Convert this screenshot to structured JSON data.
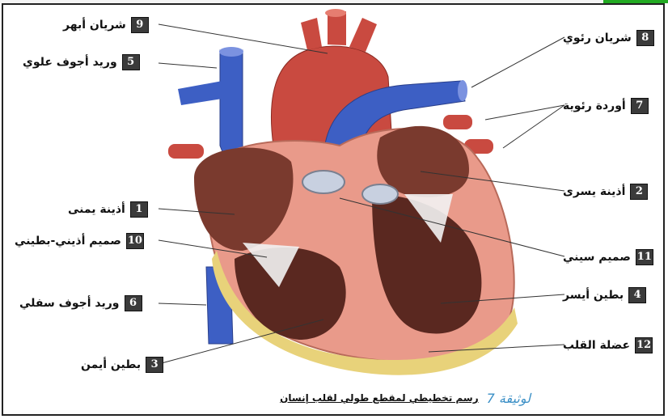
{
  "labels": [
    {
      "num": "9",
      "text": "شريان أبهر"
    },
    {
      "num": "5",
      "text": "وريد أجوف علوي"
    },
    {
      "num": "1",
      "text": "أذينة يمنى"
    },
    {
      "num": "10",
      "text": "صميم أذيني-بطيني"
    },
    {
      "num": "6",
      "text": "وريد أجوف سفلي"
    },
    {
      "num": "3",
      "text": "بطين أيمن"
    },
    {
      "num": "8",
      "text": "شريان رئوي"
    },
    {
      "num": "7",
      "text": "أوردة رئوية"
    },
    {
      "num": "2",
      "text": "أذينة يسرى"
    },
    {
      "num": "11",
      "text": "صميم سيني"
    },
    {
      "num": "4",
      "text": "بطين أيسر"
    },
    {
      "num": "12",
      "text": "عضلة القلب"
    }
  ],
  "caption": {
    "doc_label": "لوثيقة 7",
    "text": "رسم تخطيطي لمقطع طولي لقلب إنسان"
  },
  "colors": {
    "vein": "#3d5fc4",
    "artery": "#c94a40",
    "muscle": "#e99a8a",
    "chamber": "#7a3a2e",
    "fat": "#e8d27a"
  }
}
